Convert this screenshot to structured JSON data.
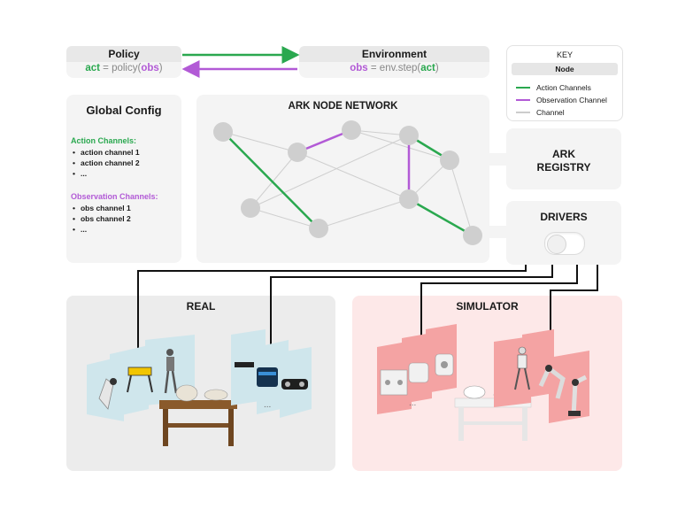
{
  "policy": {
    "title": "Policy",
    "act_word": "act",
    "eq_policy": " = policy(",
    "obs_word": "obs",
    "close_paren": ")"
  },
  "environment": {
    "title": "Environment",
    "obs_word": "obs",
    "eq_env": " = env.step(",
    "act_word": "act",
    "close_paren": ")"
  },
  "key": {
    "title": "KEY",
    "node_label": "Node",
    "items": [
      {
        "label": "Action Channels",
        "color": "#2aa84f"
      },
      {
        "label": "Observation Channel",
        "color": "#b25ad6"
      },
      {
        "label": "Channel",
        "color": "#cccccc"
      }
    ]
  },
  "global_config": {
    "title": "Global Config",
    "action_heading": "Action Channels:",
    "action_items": [
      "action channel 1",
      "action channel 2",
      "..."
    ],
    "obs_heading": "Observation Channels:",
    "obs_items": [
      "obs channel 1",
      "obs channel 2",
      "..."
    ]
  },
  "network": {
    "title": "ARK NODE NETWORK"
  },
  "registry": {
    "line1": "ARK",
    "line2": "REGISTRY"
  },
  "drivers": {
    "title": "DRIVERS"
  },
  "real": {
    "title": "REAL"
  },
  "simulator": {
    "title": "SIMULATOR"
  },
  "colors": {
    "action": "#2aa84f",
    "observation": "#b25ad6",
    "channel": "#cccccc",
    "node": "#cfcfcf",
    "real_panel": "#ececec",
    "sim_panel": "#fde8e8",
    "real_plane": "#cfe6ec",
    "sim_plane": "#f4a3a3"
  }
}
